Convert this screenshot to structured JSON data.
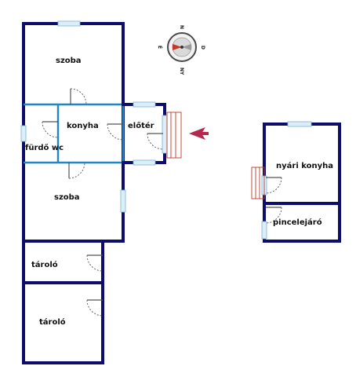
{
  "rooms": {
    "szoba_top": "szoba",
    "konyha": "konyha",
    "eloter": "előtér",
    "furdo": "fürdő wc",
    "szoba_bottom": "szoba",
    "tarolo_1": "tároló",
    "tarolo_2": "tároló",
    "nyari_konyha": "nyári konyha",
    "pincelejaro": "pincelejáró"
  },
  "compass": {
    "north": "N",
    "south": "NY",
    "west": "É",
    "east": "D"
  },
  "colors": {
    "outer_wall": "#0d0d6b",
    "inner_wall": "#1f86c7",
    "window": "#dceef9",
    "stairs": "#c0392b",
    "entrance_arrow": "#b5294e"
  },
  "icons": {
    "compass": "compass-rose-icon",
    "entrance": "entrance-arrow-icon"
  }
}
